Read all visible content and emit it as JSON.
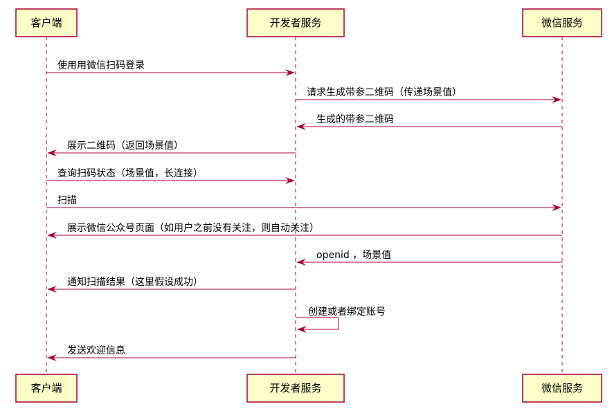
{
  "diagram": {
    "type": "sequence",
    "participants": [
      {
        "id": "client",
        "label": "客户端"
      },
      {
        "id": "dev",
        "label": "开发者服务"
      },
      {
        "id": "wechat",
        "label": "微信服务"
      }
    ],
    "messages": [
      {
        "from": "client",
        "to": "dev",
        "label": "使用用微信扫码登录"
      },
      {
        "from": "dev",
        "to": "wechat",
        "label": "请求生成带参二维码（传递场景值）"
      },
      {
        "from": "wechat",
        "to": "dev",
        "label": "生成的带参二维码"
      },
      {
        "from": "dev",
        "to": "client",
        "label": "展示二维码（返回场景值）"
      },
      {
        "from": "client",
        "to": "dev",
        "label": "查询扫码状态（场景值，长连接）"
      },
      {
        "from": "client",
        "to": "wechat",
        "label": "扫描"
      },
      {
        "from": "wechat",
        "to": "client",
        "label": "展示微信公众号页面（如用户之前没有关注，则自动关注）"
      },
      {
        "from": "wechat",
        "to": "dev",
        "label": "openid ，场景值"
      },
      {
        "from": "dev",
        "to": "client",
        "label": "通知扫描结果（这里假设成功）"
      },
      {
        "from": "dev",
        "to": "dev",
        "label": "创建或者绑定账号"
      },
      {
        "from": "dev",
        "to": "client",
        "label": "发送欢迎信息"
      }
    ]
  },
  "colors": {
    "line": "#a80036",
    "box_fill": "#fefec8",
    "text": "#000000"
  }
}
